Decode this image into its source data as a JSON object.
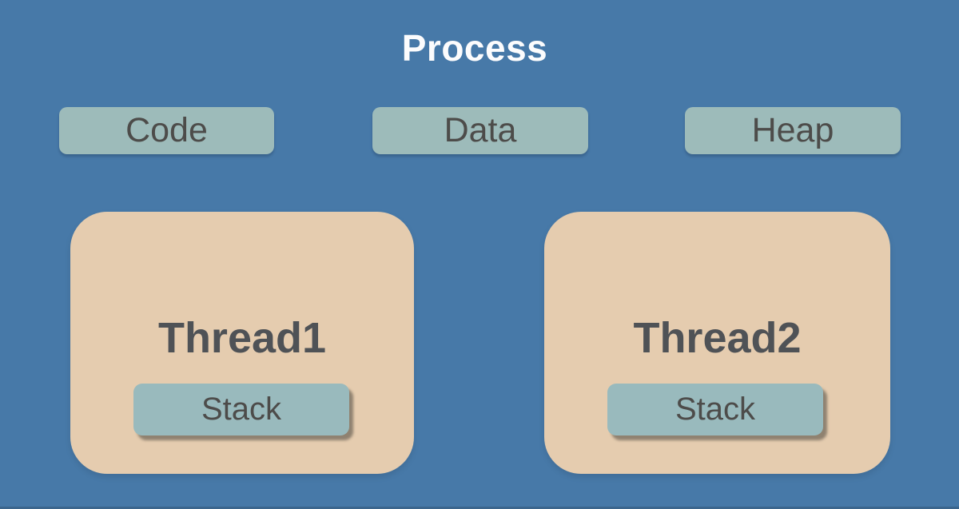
{
  "diagram": {
    "title": "Process",
    "memory_segments": [
      {
        "label": "Code"
      },
      {
        "label": "Data"
      },
      {
        "label": "Heap"
      }
    ],
    "threads": [
      {
        "name": "Thread1",
        "stack_label": "Stack"
      },
      {
        "name": "Thread2",
        "stack_label": "Stack"
      }
    ]
  },
  "colors": {
    "background": "#4779a8",
    "segment_fill": "#9dbbba",
    "thread_fill": "#e5ccaf",
    "stack_fill": "#99babd",
    "segment_text": "#4d4c4a",
    "thread_text": "#4f5256",
    "title_text": "#fcfcfd"
  }
}
